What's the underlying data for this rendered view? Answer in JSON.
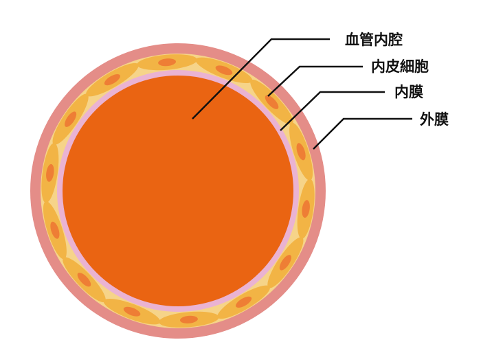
{
  "labels": {
    "lumen": "血管内腔",
    "endothelial_cell": "内皮細胞",
    "intima": "内膜",
    "adventitia": "外膜"
  },
  "colors": {
    "adventitia": "#e48d88",
    "media_light": "#f6d489",
    "muscle_cell": "#f2b445",
    "nucleus": "#ee7e35",
    "intima": "#eab3d2",
    "lumen": "#ea6412",
    "leader_line": "#111111"
  }
}
